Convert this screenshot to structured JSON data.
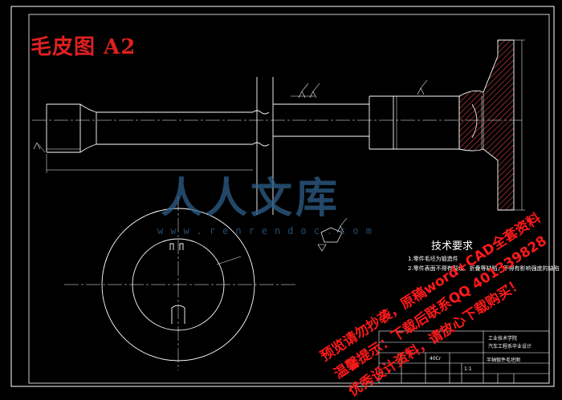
{
  "drawing": {
    "title": "毛皮图 A2",
    "tech_requirements": {
      "title": "技术要求",
      "items": [
        "1.零件毛坯为锻造件",
        "2.零件表面不得有裂纹、折叠等缺陷，不得有影响强度的缺陷"
      ]
    },
    "title_block": {
      "drawing_name": "半轴锻件毛坯图",
      "school_line1": "工业技术学院",
      "school_line2": "汽车工程系毕业设计",
      "material": "40Cr",
      "scale": "1:1"
    }
  },
  "watermark": {
    "logo_text": "人人文库",
    "url": "www.renrendoc.com",
    "notes": [
      "预览请勿抄袭，原稿word+CAD全套资料",
      "温馨提示：下载后联系QQ 401339828",
      "优秀设计资料，请放心下载购买！"
    ]
  },
  "colors": {
    "background": "#000000",
    "line": "#ffffff",
    "title": "#e02020",
    "watermark": "#2e5f8a",
    "note": "#ff1a1a",
    "hatch": "#ff5050"
  }
}
